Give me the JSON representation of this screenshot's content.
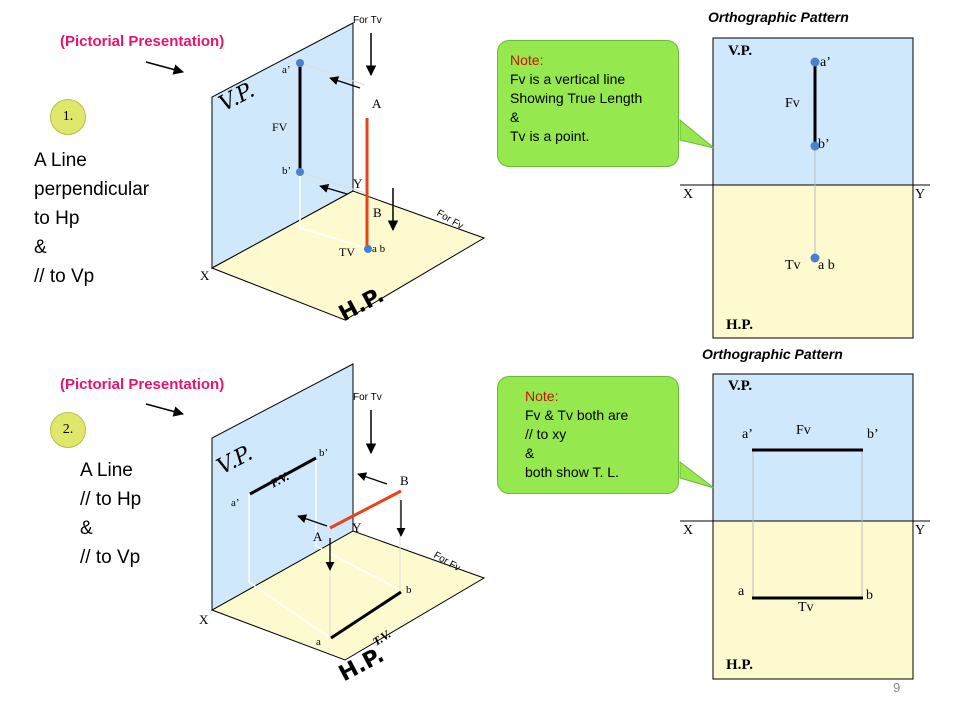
{
  "page_number": "9",
  "row1": {
    "heading": "(Pictorial Presentation)",
    "number": "1.",
    "description": [
      "A Line",
      "perpendicular",
      "to Hp",
      "&",
      "// to Vp"
    ],
    "pictorial": {
      "vp_label": "V.P.",
      "hp_label": "H.P.",
      "x_label": "X",
      "y_label": "Y",
      "for_tv": "For Tv",
      "for_fv": "For Fv",
      "fv_label": "FV",
      "tv_label": "TV",
      "a_prime": "a’",
      "b_prime": "b’",
      "A": "A",
      "B": "B",
      "ab": "a b"
    },
    "note": {
      "title": "Note:",
      "lines": [
        "Fv is a vertical line",
        "Showing True Length",
        "&",
        "Tv is a point."
      ]
    },
    "ortho": {
      "title": "Orthographic  Pattern",
      "vp": "V.P.",
      "hp": "H.P.",
      "x": "X",
      "y": "Y",
      "a_prime": "a’",
      "b_prime": "b’",
      "fv": "Fv",
      "tv": "Tv",
      "ab": "a b"
    }
  },
  "row2": {
    "heading": "(Pictorial Presentation)",
    "number": "2.",
    "description": [
      "A Line",
      "// to Hp",
      "&",
      "// to Vp"
    ],
    "pictorial": {
      "vp_label": "V.P.",
      "hp_label": "H.P.",
      "x_label": "X",
      "y_label": "Y",
      "for_tv": "For Tv",
      "for_fv": "For Fv",
      "fv_label": "F.V.",
      "tv_label": "T.V.",
      "a_prime": "a’",
      "b_prime": "b’",
      "A": "A",
      "B": "B",
      "a": "a",
      "b": "b"
    },
    "note": {
      "title": "Note:",
      "lines": [
        "Fv & Tv both are",
        "// to xy",
        "&",
        "both show T. L."
      ]
    },
    "ortho": {
      "title": "Orthographic  Pattern",
      "vp": "V.P.",
      "hp": "H.P.",
      "x": "X",
      "y": "Y",
      "a_prime": "a’",
      "b_prime": "b’",
      "fv": "Fv",
      "tv": "Tv",
      "a": "a",
      "b": "b"
    }
  },
  "colors": {
    "vp_fill": "#cfe8fb",
    "hp_fill": "#fdfad0",
    "red_line": "#e8431a",
    "heading_pink": "#e8136f",
    "note_green": "#95e84e"
  }
}
